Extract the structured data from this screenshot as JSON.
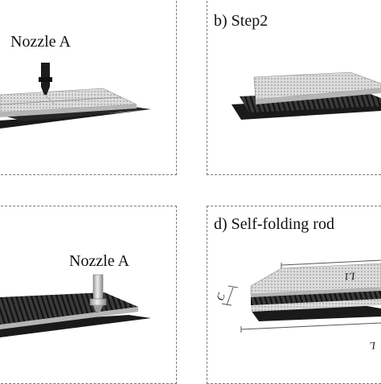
{
  "panels": {
    "top_left": {
      "nozzle_label": "Nozzle A"
    },
    "top_right": {
      "caption": "b) Step2"
    },
    "bottom_left": {
      "nozzle_label": "Nozzle A"
    },
    "bottom_right": {
      "caption": "d) Self-folding rod",
      "dim_c": "C",
      "dim_l1": "L1",
      "dim_l": "L"
    }
  },
  "colors": {
    "frame": "#777777",
    "base": "#1a1a1a",
    "mesh": "#d6d6d6",
    "ribbed": "#2b2b2b",
    "nozzle_dark": "#1c1c1c",
    "nozzle_light": "#c8c8c8"
  }
}
